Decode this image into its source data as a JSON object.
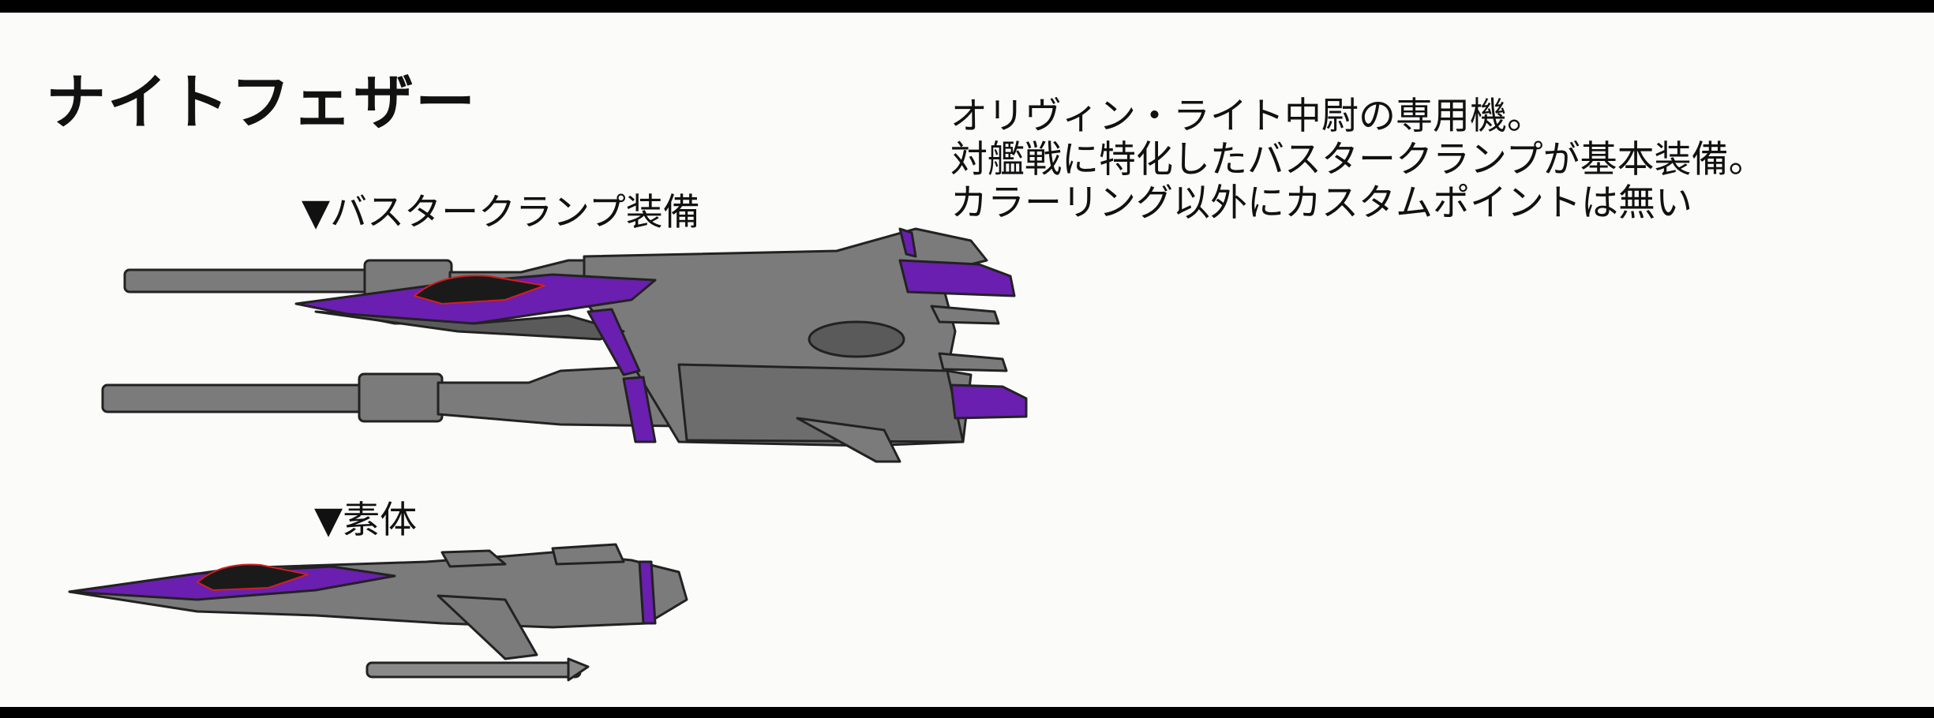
{
  "title": "ナイトフェザー",
  "description": [
    "オリヴィン・ライト中尉の専用機。",
    "対艦戦に特化したバスタークランプが基本装備。",
    "カラーリング以外にカスタムポイントは無い"
  ],
  "labels": {
    "buster_clamp": "▼バスタークランプ装備",
    "base_body": "▼素体"
  },
  "colors": {
    "hull": "#7b7b7b",
    "hull_shadow": "#5a5a5a",
    "accent": "#6a1fb0",
    "canopy": "#1a1a1a",
    "canopy_trim": "#d02020"
  }
}
